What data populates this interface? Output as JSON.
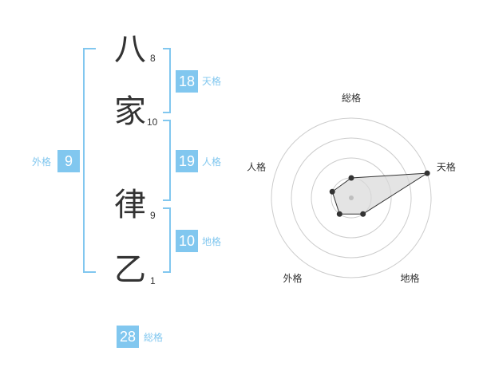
{
  "name_chars": [
    {
      "char": "八",
      "strokes": "8"
    },
    {
      "char": "家",
      "strokes": "10"
    },
    {
      "char": "律",
      "strokes": "9"
    },
    {
      "char": "乙",
      "strokes": "1"
    }
  ],
  "scores": {
    "tenkaku": {
      "value": "18",
      "label": "天格"
    },
    "jinkaku": {
      "value": "19",
      "label": "人格"
    },
    "chikaku": {
      "value": "10",
      "label": "地格"
    },
    "gaikaku": {
      "value": "9",
      "label": "外格"
    },
    "soukaku": {
      "value": "28",
      "label": "総格"
    }
  },
  "radar": {
    "axes": [
      "総格",
      "天格",
      "地格",
      "外格",
      "人格"
    ],
    "levels": 4,
    "values": [
      0.25,
      1.0,
      0.25,
      0.25,
      0.25
    ],
    "colors": {
      "grid": "#cccccc",
      "fill": "#d9d9d9",
      "line": "#333333",
      "point": "#333333",
      "center": "#bfbfbf"
    }
  },
  "colors": {
    "accent": "#81c7ef",
    "text": "#333333"
  }
}
